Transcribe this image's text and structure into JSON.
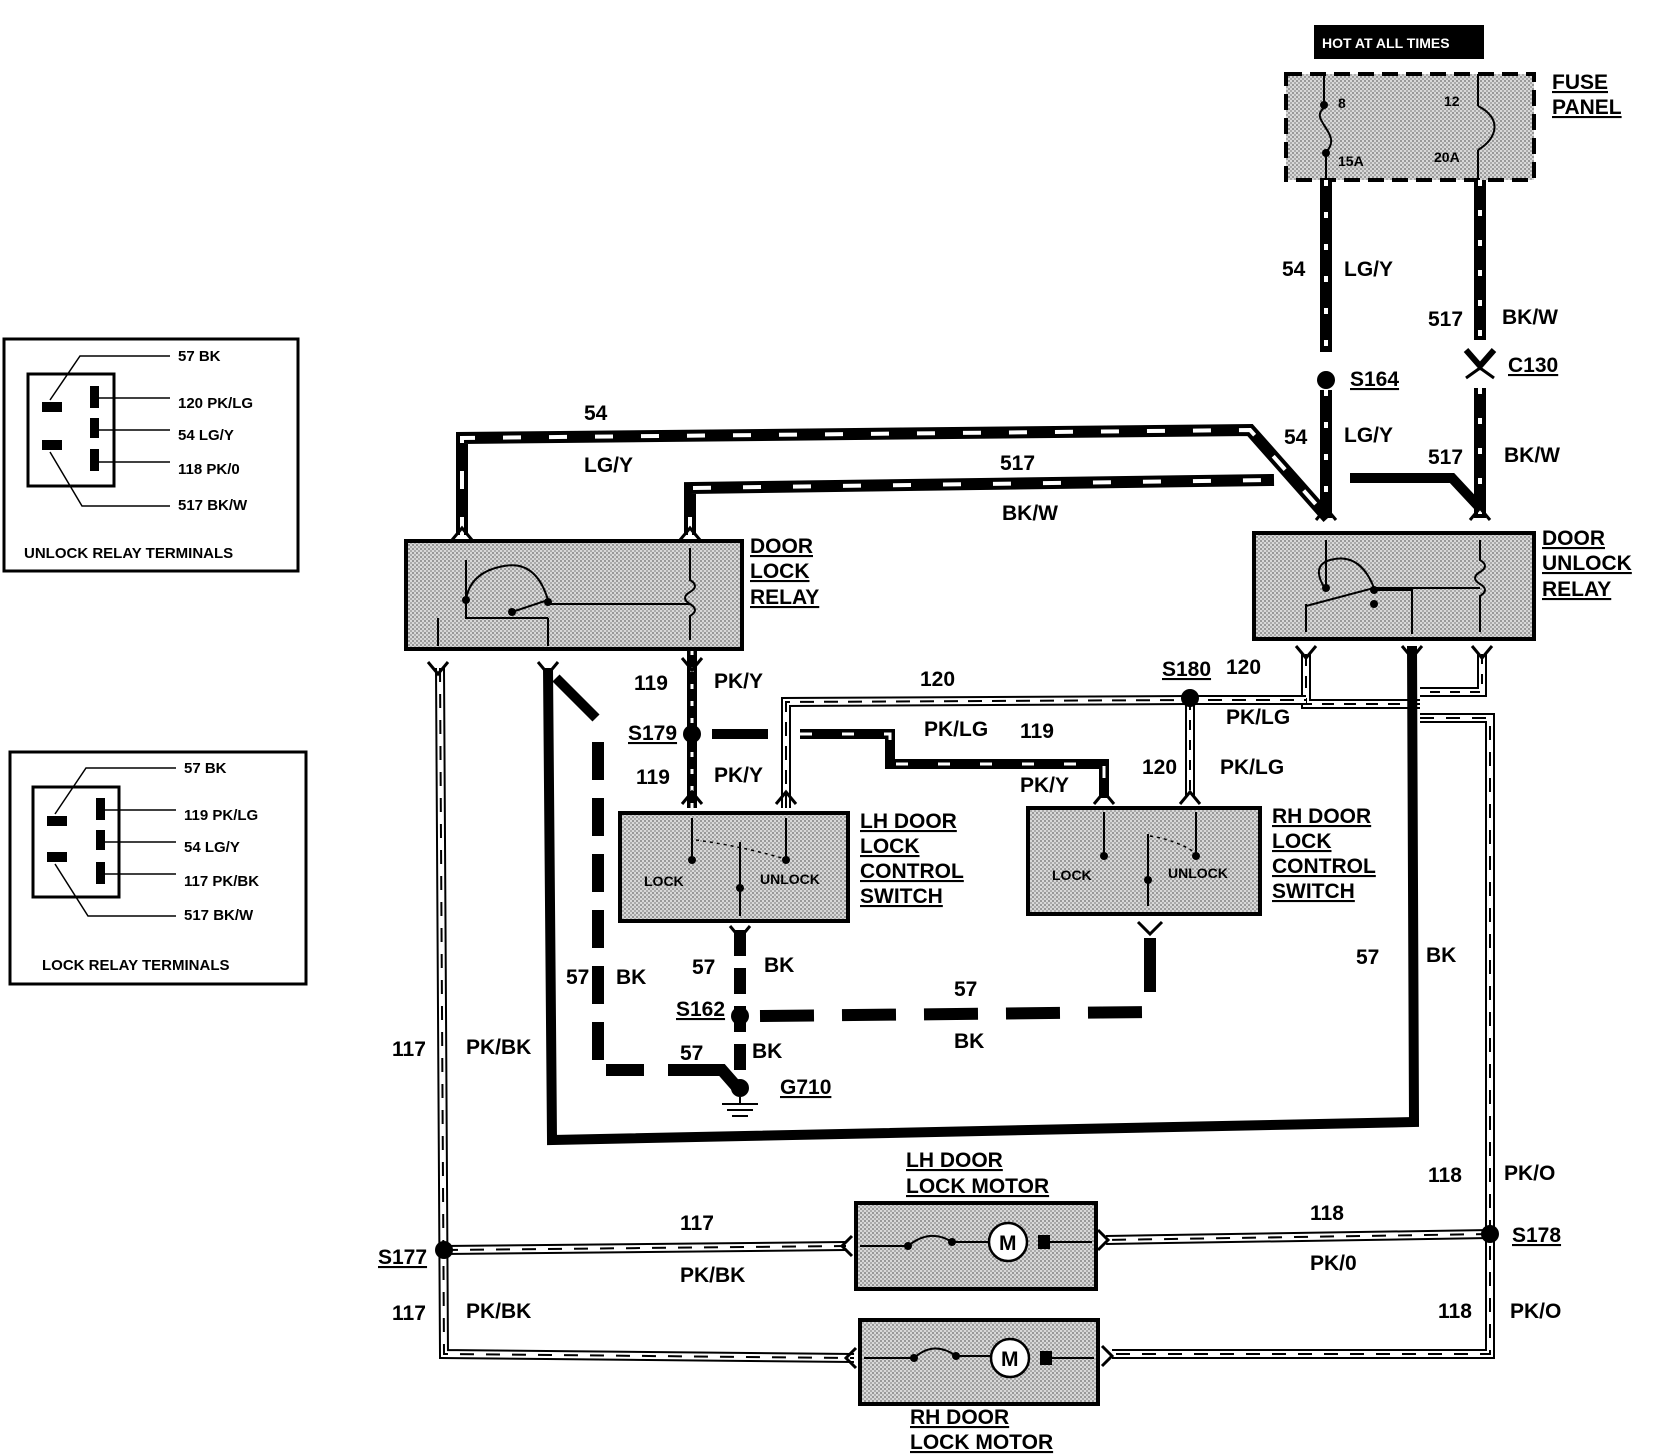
{
  "hot_label": "HOT AT ALL TIMES",
  "fuse_panel": {
    "title_line1": "FUSE",
    "title_line2": "PANEL",
    "fuse_left_num": "8",
    "fuse_left_amp": "15A",
    "fuse_right_num": "12",
    "fuse_right_amp": "20A"
  },
  "unlock_terminals": {
    "title": "UNLOCK RELAY TERMINALS",
    "pins": [
      "57 BK",
      "120 PK/LG",
      "54 LG/Y",
      "118 PK/0",
      "517 BK/W"
    ]
  },
  "lock_terminals": {
    "title": "LOCK RELAY TERMINALS",
    "pins": [
      "57 BK",
      "119 PK/LG",
      "54  LG/Y",
      "117 PK/BK",
      "517 BK/W"
    ]
  },
  "components": {
    "door_lock_relay": [
      "DOOR",
      "LOCK",
      "RELAY"
    ],
    "door_unlock_relay": [
      "DOOR",
      "UNLOCK",
      "RELAY"
    ],
    "lh_switch": [
      "LH DOOR",
      "LOCK",
      "CONTROL",
      "SWITCH"
    ],
    "rh_switch": [
      "RH DOOR",
      "LOCK",
      "CONTROL",
      "SWITCH"
    ],
    "lh_motor": [
      "LH DOOR",
      "LOCK MOTOR"
    ],
    "rh_motor": [
      "RH DOOR",
      "LOCK MOTOR"
    ],
    "lock": "LOCK",
    "unlock": "UNLOCK",
    "motor_symbol": "M"
  },
  "splices": {
    "s164": "S164",
    "c130": "C130",
    "s180": "S180",
    "s179": "S179",
    "s162": "S162",
    "g710": "G710",
    "s177": "S177",
    "s178": "S178"
  },
  "wire_labels": {
    "w54_top_num": "54",
    "w54_top_color": "LG/Y",
    "w517_top_num": "517",
    "w517_top_color": "BK/W",
    "w54_long_num": "54",
    "w54_long_color": "LG/Y",
    "w517_long_num": "517",
    "w517_long_color": "BK/W",
    "w54_right_num": "54",
    "w54_right_color": "LG/Y",
    "w517_right_num": "517",
    "w517_right_color": "BK/W",
    "w119_a_num": "119",
    "w119_a_color": "PK/Y",
    "w119_b_num": "119",
    "w119_b_color": "PK/Y",
    "w120_top_num": "120",
    "w120_s180_num": "120",
    "w120_pklg_a": "PK/LG",
    "w120_pklg_b": "PK/LG",
    "w119_mid_num": "119",
    "w119_mid_color": "PK/Y",
    "w120_down_num": "120",
    "w120_down_color": "PK/LG",
    "w57_left_num": "57",
    "w57_left_color": "BK",
    "w57_a_num": "57",
    "w57_a_color": "BK",
    "w57_b_num": "57",
    "w57_b_color": "BK",
    "w57_c_num": "57",
    "w57_c_color": "BK",
    "w57_right_num": "57",
    "w57_right_color": "BK",
    "w117_a_num": "117",
    "w117_a_color": "PK/BK",
    "w117_b_num": "117",
    "w117_b_color": "PK/BK",
    "w117_c_num": "117",
    "w117_c_color": "PK/BK",
    "w118_a_num": "118",
    "w118_a_color": "PK/O",
    "w118_b_num": "118",
    "w118_b_color": "PK/0",
    "w118_c_num": "118",
    "w118_c_color": "PK/O"
  }
}
